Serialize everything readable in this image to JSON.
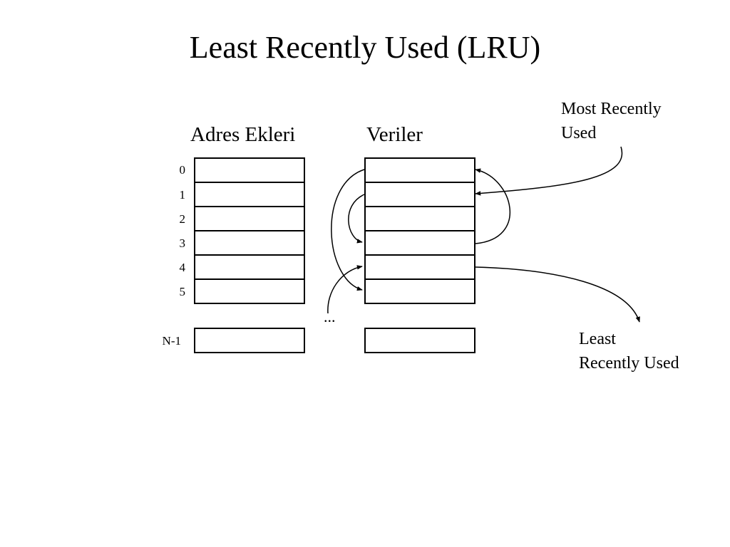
{
  "title": "Least Recently Used (LRU)",
  "columns": {
    "address": "Adres Ekleri",
    "data": "Veriler"
  },
  "row_labels": [
    "0",
    "1",
    "2",
    "3",
    "4",
    "5"
  ],
  "last_row_label": "N-1",
  "ellipsis": "...",
  "annotations": {
    "most_recent": [
      "Most Recently",
      "Used"
    ],
    "least_recent": [
      "Least",
      "Recently Used"
    ]
  }
}
